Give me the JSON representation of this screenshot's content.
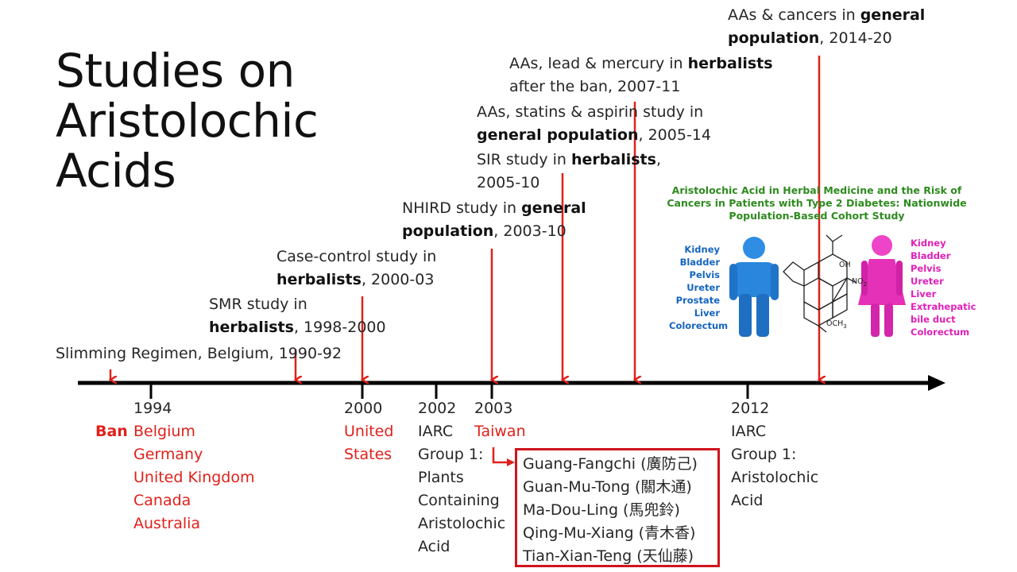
{
  "title_lines": [
    "Studies on",
    "Aristolochic",
    "Acids"
  ],
  "studies": [
    {
      "line1": "Slimming Regimen, Belgium, 1990-92"
    },
    {
      "line1": "SMR study in",
      "bold2": "herbalists",
      "rest2": ", 1998-2000"
    },
    {
      "line1": "Case-control study in",
      "bold2": "herbalists",
      "rest2": ", 2000-03"
    },
    {
      "pre1": "NHIRD study in ",
      "bold1": "general",
      "bold2": "population",
      "rest2": ", 2003-10"
    },
    {
      "pre1": "SIR study in ",
      "bold1": "herbalists",
      "post1": ",",
      "line2": "2005-10"
    },
    {
      "line1": "AAs, statins & aspirin study in",
      "bold2": "general population",
      "rest2": ", 2005-14"
    },
    {
      "pre1": "AAs, lead & mercury in ",
      "bold1": "herbalists",
      "line2": "after the ban, 2007-11"
    },
    {
      "pre1": "AAs & cancers in ",
      "bold1": "general",
      "bold2": "population",
      "rest2": ", 2014-20"
    }
  ],
  "years": {
    "y1994": {
      "year": "1994",
      "ban_label": "Ban",
      "countries": [
        "Belgium",
        "Germany",
        "United Kingdom",
        "Canada",
        "Australia"
      ]
    },
    "y2000": {
      "year": "2000",
      "lines": [
        "United",
        "States"
      ]
    },
    "y2002": {
      "year": "2002",
      "lines": [
        "IARC",
        "Group 1:",
        "Plants",
        "Containing",
        "Aristolochic",
        "Acid"
      ]
    },
    "y2003": {
      "year": "2003",
      "lines": [
        "Taiwan"
      ]
    },
    "y2012": {
      "year": "2012",
      "lines": [
        "IARC",
        "Group 1:",
        "Aristolochic",
        "Acid"
      ]
    }
  },
  "herbs": [
    "Guang-Fangchi (廣防己)",
    "Guan-Mu-Tong (關木通)",
    "Ma-Dou-Ling (馬兜鈴)",
    "Qing-Mu-Xiang (青木香)",
    "Tian-Xian-Teng (天仙藤)"
  ],
  "inset": {
    "title": "Aristolochic Acid in Herbal Medicine and the Risk of Cancers in Patients with Type 2 Diabetes: Nationwide Population-Based Cohort Study",
    "male_sites": [
      "Kidney",
      "Bladder",
      "Pelvis",
      "Ureter",
      "Prostate",
      "Liver",
      "Colorectum"
    ],
    "female_sites": [
      "Kidney",
      "Bladder",
      "Pelvis",
      "Ureter",
      "Liver",
      "Extrahepatic",
      "bile duct",
      "Colorectum"
    ],
    "chem_labels": {
      "oh": "OH",
      "no2": "NO",
      "no2_sub": "2",
      "och3": "OCH",
      "och3_sub": "3"
    }
  },
  "colors": {
    "accent_red": "#e0211a",
    "box_red": "#d0141c",
    "male_blue": "#1565c0",
    "female_pink": "#e020b8",
    "inset_green": "#2e8b1f"
  }
}
